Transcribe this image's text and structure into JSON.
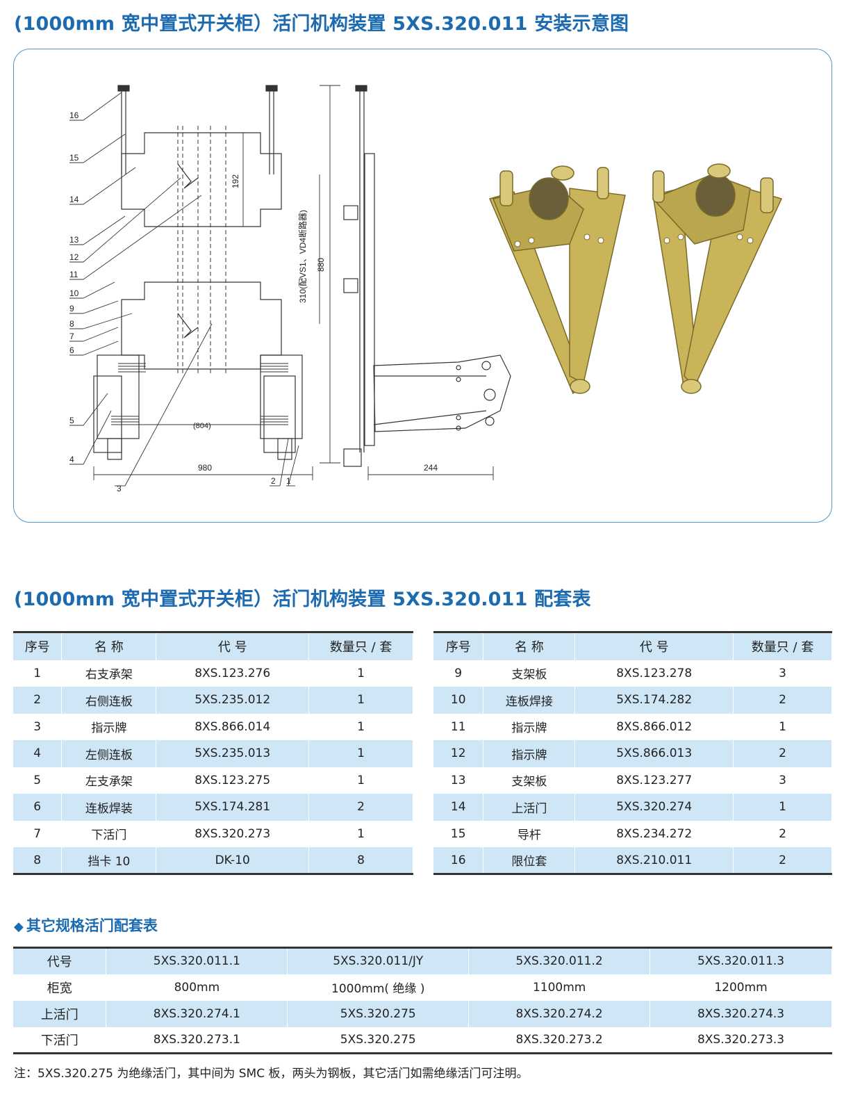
{
  "title_install": "(1000mm 宽中置式开关柜）活门机构装置 5XS.320.011 安装示意图",
  "title_table": "(1000mm 宽中置式开关柜）活门机构装置 5XS.320.011 配套表",
  "drawing": {
    "callouts": [
      "16",
      "15",
      "14",
      "13",
      "12",
      "11",
      "10",
      "9",
      "8",
      "7",
      "6",
      "5",
      "4",
      "3",
      "2",
      "1"
    ],
    "dim_192": "192",
    "dim_310": "310(配VS1、VD4断路器)",
    "dim_880": "880",
    "dim_804": "(804)",
    "dim_980": "980",
    "dim_244": "244"
  },
  "parts_table": {
    "headers": [
      "序号",
      "名 称",
      "代 号",
      "数量只 / 套"
    ],
    "left_rows": [
      [
        "1",
        "右支承架",
        "8XS.123.276",
        "1"
      ],
      [
        "2",
        "右侧连板",
        "5XS.235.012",
        "1"
      ],
      [
        "3",
        "指示牌",
        "8XS.866.014",
        "1"
      ],
      [
        "4",
        "左侧连板",
        "5XS.235.013",
        "1"
      ],
      [
        "5",
        "左支承架",
        "8XS.123.275",
        "1"
      ],
      [
        "6",
        "连板焊装",
        "5XS.174.281",
        "2"
      ],
      [
        "7",
        "下活门",
        "8XS.320.273",
        "1"
      ],
      [
        "8",
        "挡卡 10",
        "DK-10",
        "8"
      ]
    ],
    "right_rows": [
      [
        "9",
        "支架板",
        "8XS.123.278",
        "3"
      ],
      [
        "10",
        "连板焊接",
        "5XS.174.282",
        "2"
      ],
      [
        "11",
        "指示牌",
        "8XS.866.012",
        "1"
      ],
      [
        "12",
        "指示牌",
        "5XS.866.013",
        "2"
      ],
      [
        "13",
        "支架板",
        "8XS.123.277",
        "3"
      ],
      [
        "14",
        "上活门",
        "5XS.320.274",
        "1"
      ],
      [
        "15",
        "导杆",
        "8XS.234.272",
        "2"
      ],
      [
        "16",
        "限位套",
        "8XS.210.011",
        "2"
      ]
    ]
  },
  "other_specs": {
    "heading": "其它规格活门配套表",
    "rows": [
      [
        "代号",
        "5XS.320.011.1",
        "5XS.320.011/JY",
        "5XS.320.011.2",
        "5XS.320.011.3"
      ],
      [
        "柜宽",
        "800mm",
        "1000mm( 绝缘 )",
        "1100mm",
        "1200mm"
      ],
      [
        "上活门",
        "8XS.320.274.1",
        "5XS.320.275",
        "8XS.320.274.2",
        "8XS.320.274.3"
      ],
      [
        "下活门",
        "8XS.320.273.1",
        "5XS.320.275",
        "8XS.320.273.2",
        "8XS.320.273.3"
      ]
    ]
  },
  "note": "注：5XS.320.275 为绝缘活门，其中间为 SMC 板，两头为钢板，其它活门如需绝缘活门可注明。",
  "colors": {
    "accent": "#1c6bb0",
    "table_fill": "#cfe6f6",
    "border": "#4a97d2"
  }
}
